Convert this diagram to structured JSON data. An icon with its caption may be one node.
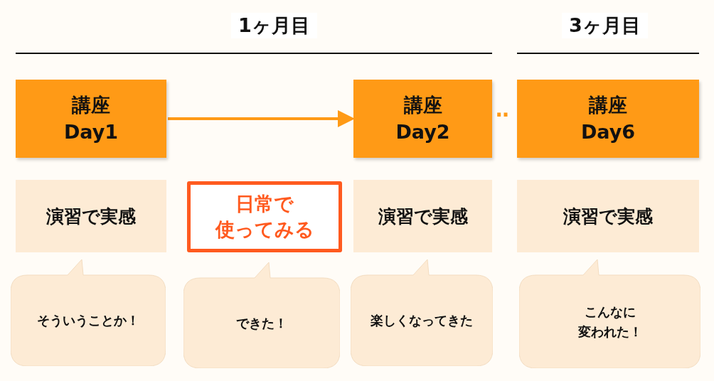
{
  "diagram": {
    "nodes": [
      {
        "text": [
          "講座",
          "Day1"
        ]
      },
      {
        "text": [
          "講座",
          "Day2"
        ]
      },
      {
        "text": [
          "講座",
          "Day6"
        ]
      },
      {
        "text": [
          "演習で実感"
        ]
      },
      {
        "text": [
          "日常で",
          "使ってみる"
        ]
      },
      {
        "text": [
          "演習で実感"
        ]
      },
      {
        "text": [
          "演習で実感"
        ]
      },
      {
        "text": [
          "そういうことか！"
        ]
      },
      {
        "text": [
          "できた！"
        ]
      },
      {
        "text": [
          "楽しくなってきた"
        ]
      },
      {
        "text": [
          "こんなに",
          "変われた！"
        ]
      }
    ],
    "edges": [
      {
        "from": 0,
        "to": 1,
        "arrow": "to"
      }
    ],
    "labels": [
      "1ヶ月目",
      "3ヶ月目",
      "‥"
    ]
  }
}
